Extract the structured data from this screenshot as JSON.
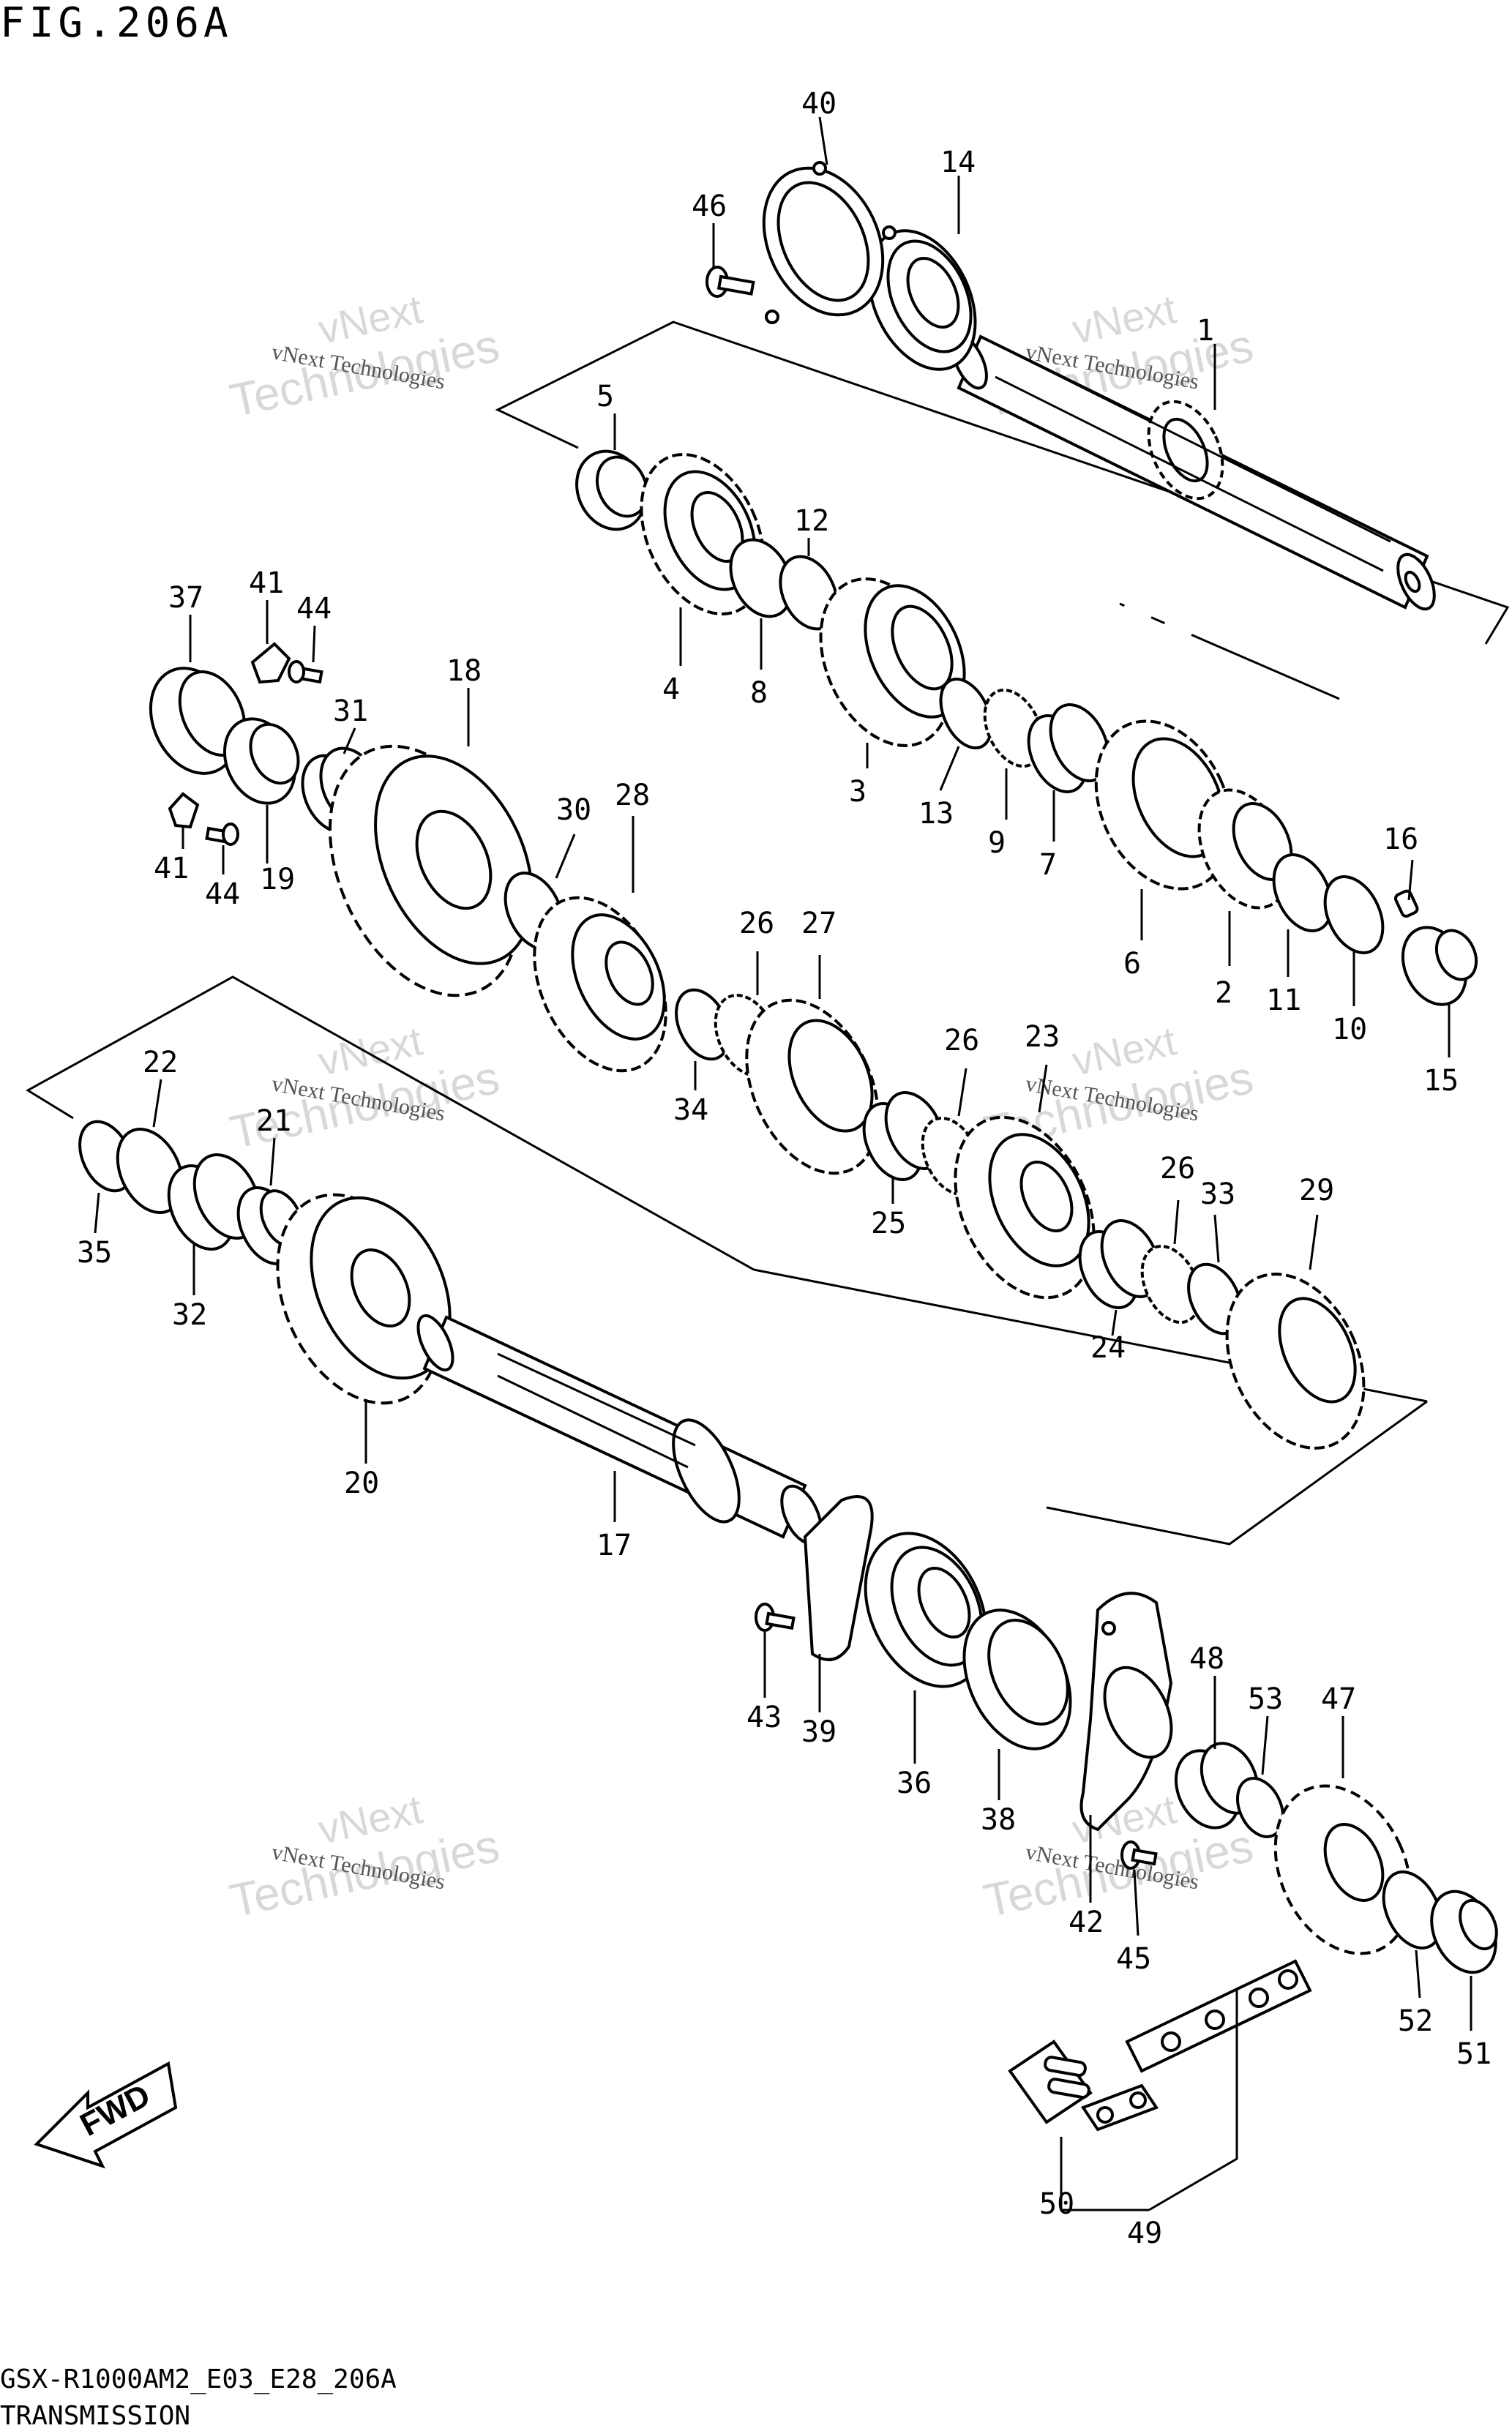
{
  "figure": {
    "title": "FIG.206A"
  },
  "footer": {
    "model_code": "GSX-R1000AM2_E03_E28_206A",
    "section_name": "TRANSMISSION"
  },
  "watermark": {
    "line1": "vNext Technologies",
    "line2": "vNext",
    "line3": "Technologies"
  },
  "direction_label": "FWD",
  "callouts": [
    "1",
    "2",
    "3",
    "4",
    "5",
    "6",
    "7",
    "8",
    "9",
    "10",
    "11",
    "12",
    "13",
    "14",
    "15",
    "16",
    "17",
    "18",
    "19",
    "20",
    "21",
    "22",
    "23",
    "24",
    "25",
    "26",
    "26",
    "26",
    "27",
    "28",
    "29",
    "30",
    "31",
    "32",
    "33",
    "34",
    "35",
    "36",
    "37",
    "38",
    "39",
    "40",
    "41",
    "41",
    "42",
    "43",
    "44",
    "44",
    "45",
    "46",
    "47",
    "48",
    "49",
    "50",
    "51",
    "52",
    "53"
  ]
}
